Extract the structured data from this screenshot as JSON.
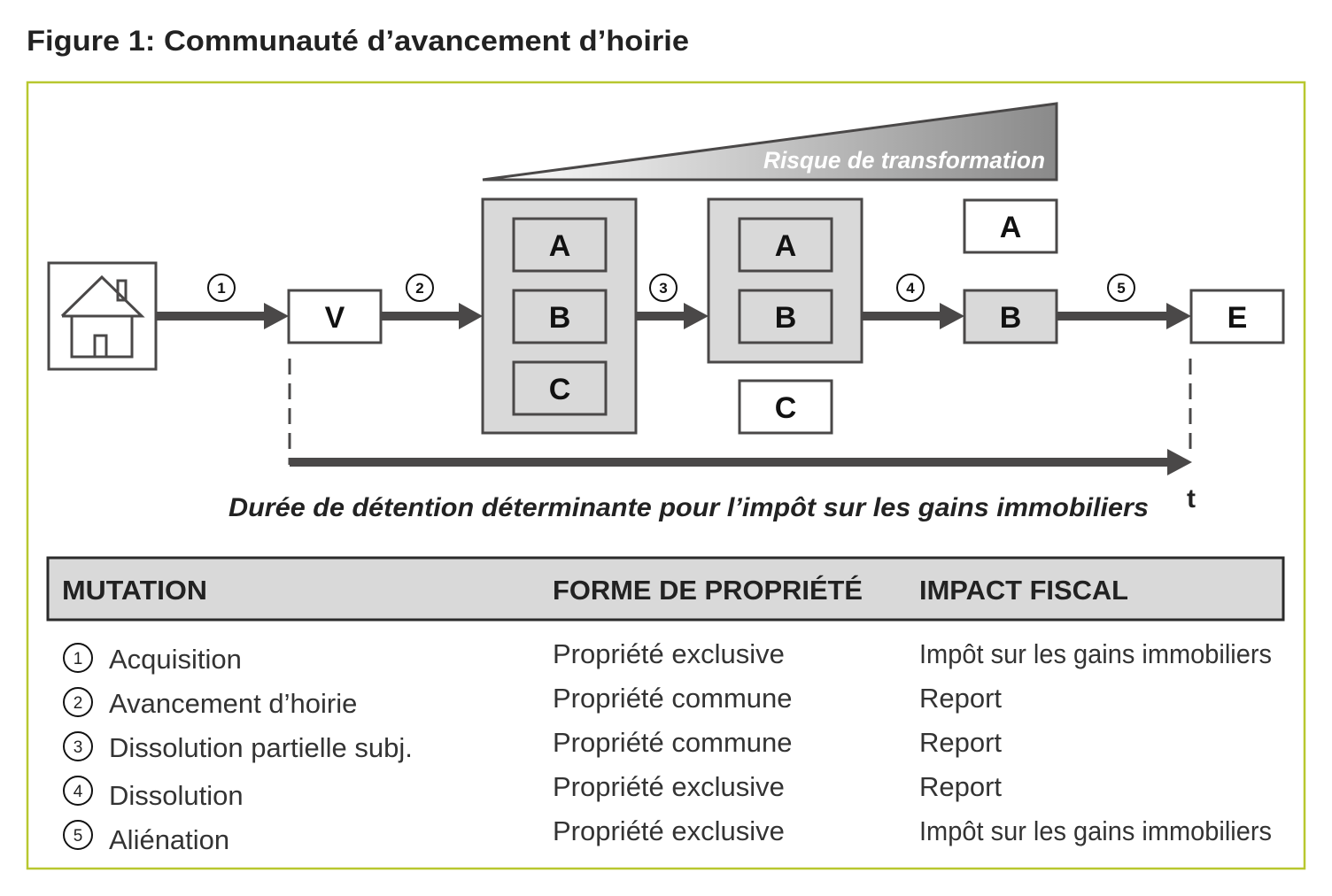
{
  "title": "Figure 1: Communauté d’avancement d’hoirie",
  "diagram": {
    "risk_label": "Risque de transformation",
    "v_label": "V",
    "group1": [
      "A",
      "B",
      "C"
    ],
    "group2": [
      "A",
      "B"
    ],
    "c_out": "C",
    "a_out": "A",
    "b_after": "B",
    "e_label": "E",
    "steps": [
      "1",
      "2",
      "3",
      "4",
      "5"
    ],
    "duration_caption": "Durée de détention déterminante pour l’impôt sur les gains immobiliers",
    "time_label": "t"
  },
  "colors": {
    "frame": "#b8c72f",
    "dark": "#4a4848",
    "fill": "#d9d9d9"
  },
  "table": {
    "headers": [
      "MUTATION",
      "FORME DE PROPRIÉTÉ",
      "IMPACT FISCAL"
    ],
    "rows": [
      {
        "num": "1",
        "mutation": "Acquisition",
        "forme": "Propriété exclusive",
        "impact": "Impôt sur les gains immobiliers"
      },
      {
        "num": "2",
        "mutation": "Avancement d’hoirie",
        "forme": "Propriété commune",
        "impact": "Report"
      },
      {
        "num": "3",
        "mutation": "Dissolution partielle subj.",
        "forme": "Propriété commune",
        "impact": "Report"
      },
      {
        "num": "4",
        "mutation": "Dissolution",
        "forme": "Propriété exclusive",
        "impact": "Report"
      },
      {
        "num": "5",
        "mutation": "Aliénation",
        "forme": "Propriété exclusive",
        "impact": "Impôt sur les gains immobiliers"
      }
    ]
  }
}
